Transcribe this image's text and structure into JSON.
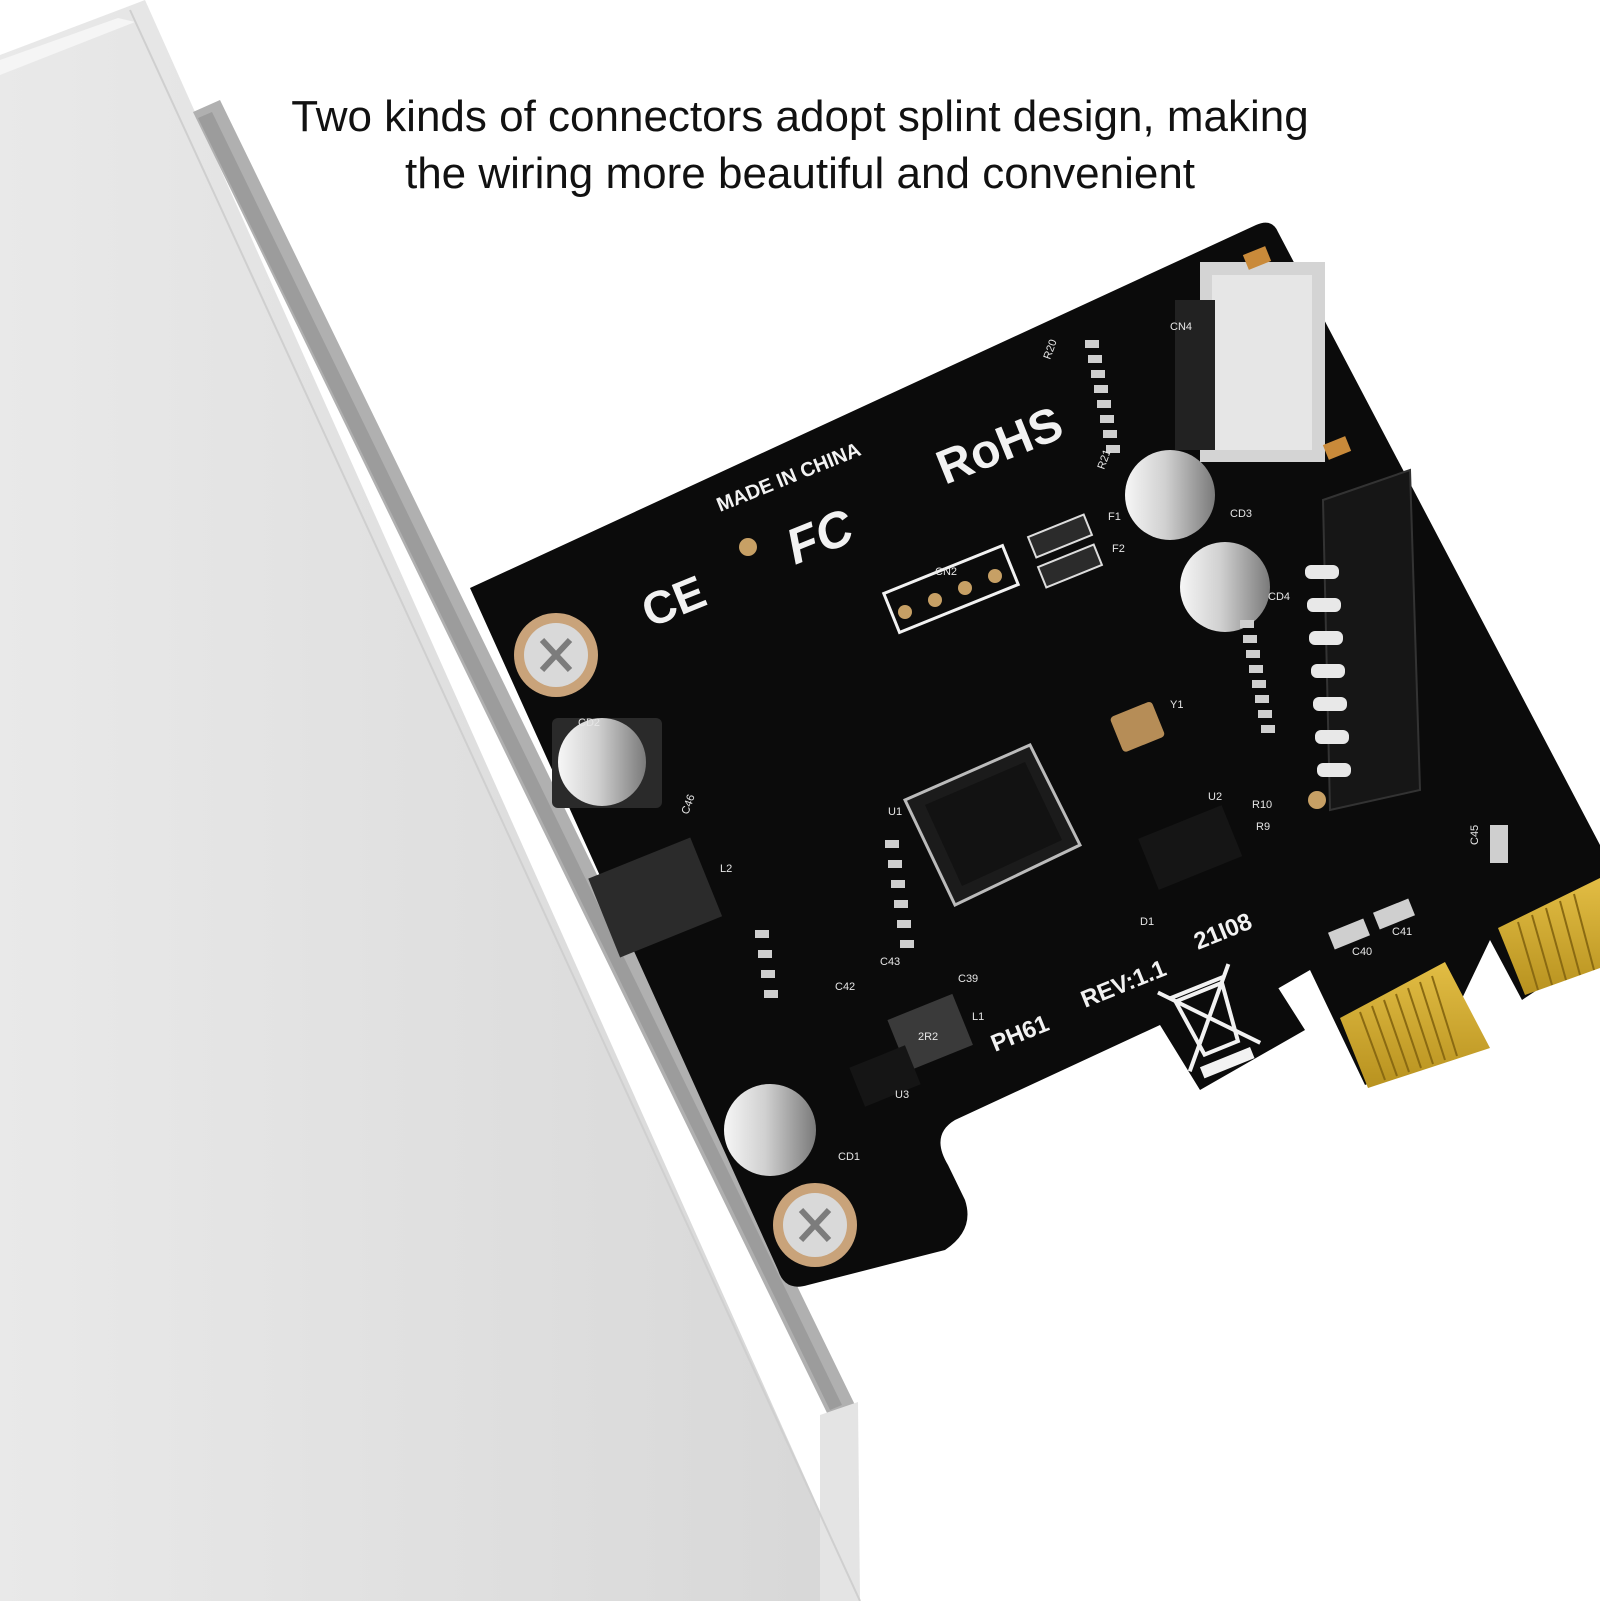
{
  "caption": {
    "line1": "Two kinds of connectors adopt splint design, making",
    "line2": "the wiring more beautiful and convenient"
  },
  "board": {
    "made_in": "MADE IN CHINA",
    "rohs": "RoHS",
    "ce": "CE",
    "fc": "FC",
    "model": "PH61",
    "rev": "REV:1.1",
    "date_code": "21I08",
    "labels": {
      "cn2": "CN2",
      "cn4": "CN4",
      "cd1": "CD1",
      "cd2": "CD2",
      "cd3": "CD3",
      "cd4": "CD4",
      "l1": "L1",
      "l2": "L2",
      "u1": "U1",
      "u2": "U2",
      "u3": "U3",
      "y1": "Y1",
      "f1": "F1",
      "f2": "F2",
      "d1": "D1",
      "inductor_value": "2R2",
      "c40": "C40",
      "c41": "C41",
      "c39": "C39",
      "c42": "C42",
      "c43": "C43",
      "c45": "C45",
      "c46": "C46",
      "r9": "R9",
      "r10": "R10",
      "r20": "R20",
      "r21": "R21"
    }
  },
  "colors": {
    "pcb": "#0b0b0b",
    "bracket": "#dedede",
    "gold": "#d8b037",
    "silkscreen": "#f2f2f2"
  }
}
